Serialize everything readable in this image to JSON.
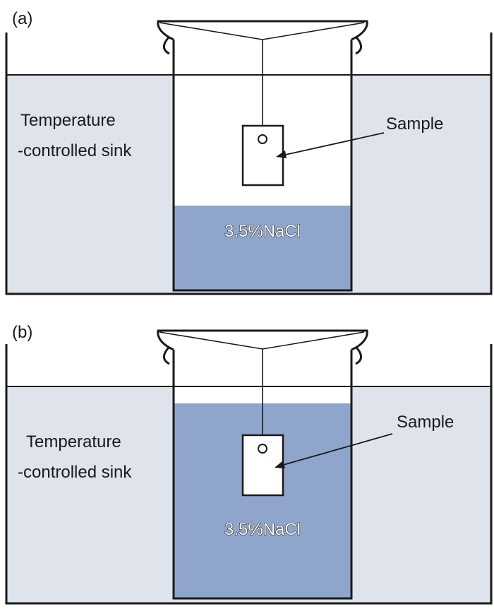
{
  "colors": {
    "sink_fill": "#dfe3ec",
    "solution_fill": "#8fa5cb",
    "stroke": "#1a1a1a",
    "sample_fill": "#ffffff"
  },
  "panels": [
    {
      "id": "a",
      "label": "(a)",
      "sink_label_line1": "Temperature",
      "sink_label_line2": "-controlled sink",
      "sample_label": "Sample",
      "solution_label": "3.5%NaCl",
      "sample_state": "suspended above solution"
    },
    {
      "id": "b",
      "label": "(b)",
      "sink_label_line1": "Temperature",
      "sink_label_line2": "-controlled sink",
      "sample_label": "Sample",
      "solution_label": "3.5%NaCl",
      "sample_state": "immersed in solution"
    }
  ]
}
